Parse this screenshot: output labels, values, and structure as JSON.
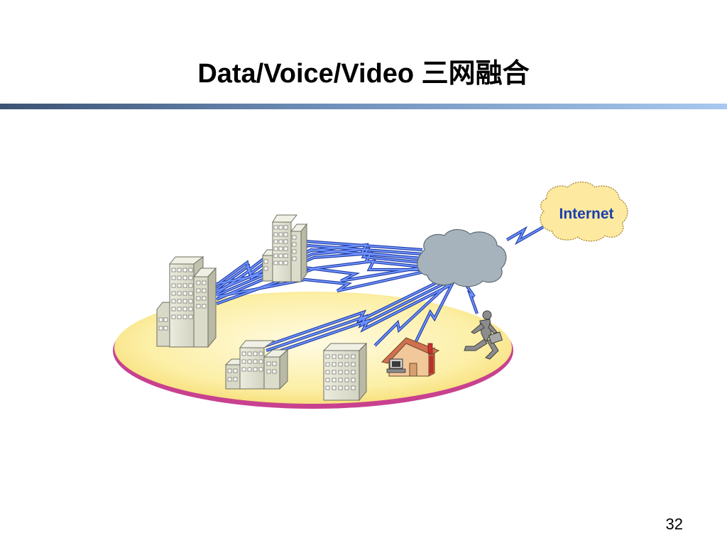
{
  "slide": {
    "title": "Data/Voice/Video 三网融合",
    "page_number": "32"
  },
  "diagram": {
    "internet_label": "Internet",
    "icons": [
      "office-building-icon",
      "house-with-computer-icon",
      "mobile-worker-icon",
      "network-cloud-icon",
      "internet-cloud-icon",
      "lightning-link-icon"
    ],
    "colors": {
      "link_blue": "#4169e1",
      "network_cloud": "#a7b3bc",
      "internet_cloud": "#fde9a0",
      "ground_ellipse": "#fcefa6",
      "ellipse_rim": "#c8418f",
      "title_rule_dark": "#3b5373",
      "title_rule_light": "#a9c8ef"
    }
  }
}
